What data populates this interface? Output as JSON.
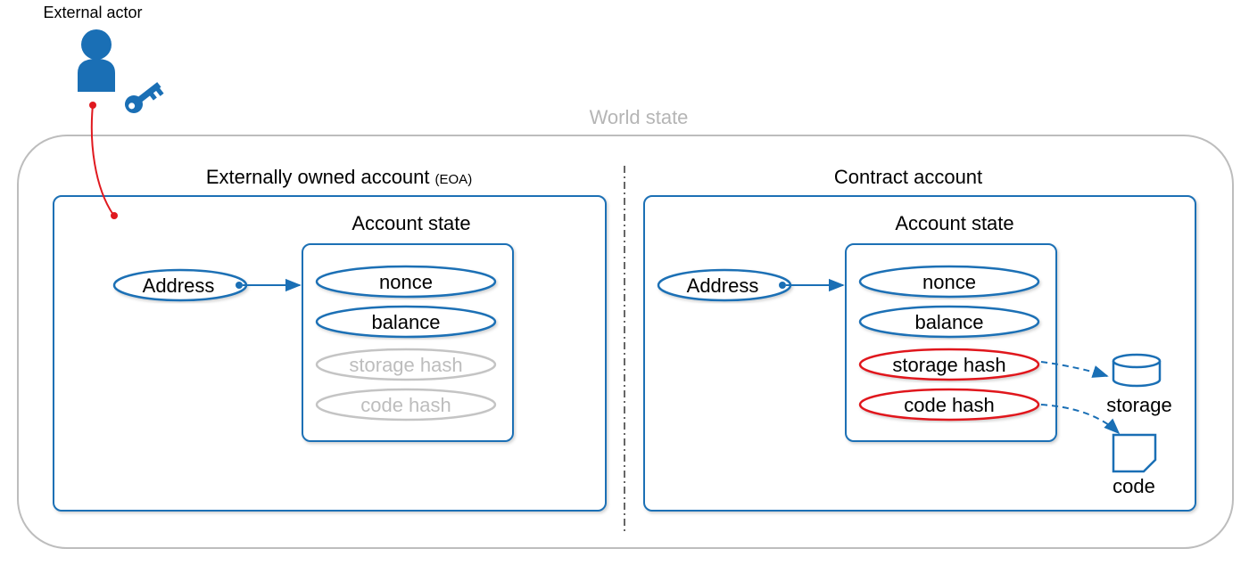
{
  "actor": {
    "label": "External actor",
    "icons": [
      "person-icon",
      "key-icon"
    ]
  },
  "world_state": {
    "label": "World state"
  },
  "eoa": {
    "title": "Externally owned account",
    "title_suffix": "(EOA)",
    "account_state_title": "Account state",
    "address_label": "Address",
    "fields": [
      "nonce",
      "balance",
      "storage hash",
      "code hash"
    ]
  },
  "contract": {
    "title": "Contract account",
    "account_state_title": "Account state",
    "address_label": "Address",
    "fields": [
      "nonce",
      "balance",
      "storage hash",
      "code hash"
    ],
    "storage_label": "storage",
    "code_label": "code"
  },
  "colors": {
    "blue": "#1a6fb5",
    "red": "#e0191f",
    "gray": "#c4c4c4",
    "world_gray": "#b5b5b5"
  }
}
